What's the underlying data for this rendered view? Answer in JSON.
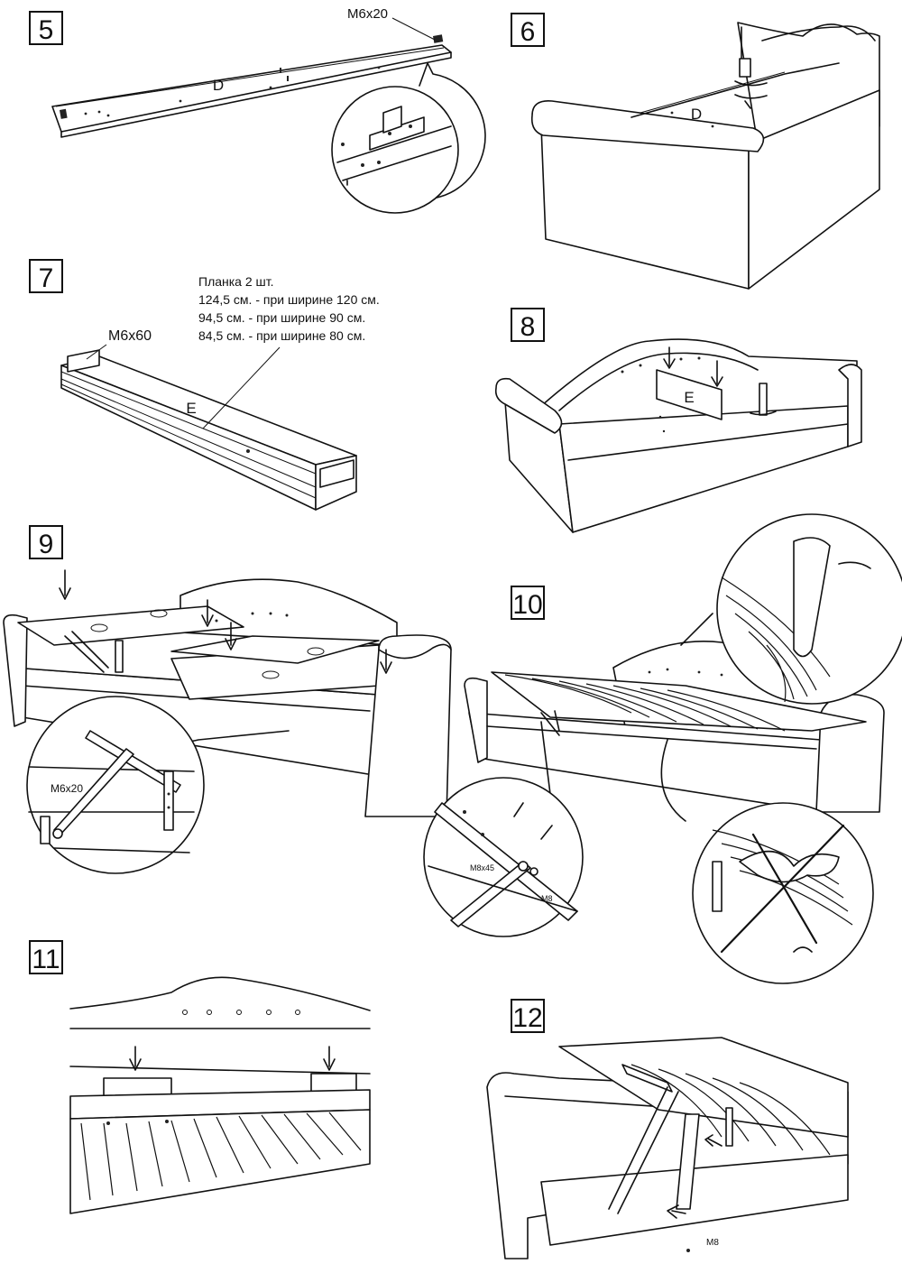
{
  "steps": [
    "5",
    "6",
    "7",
    "8",
    "9",
    "10",
    "11",
    "12"
  ],
  "labels": {
    "s5_bolt": "M6x20",
    "s5_part": "D",
    "s6_part": "D",
    "s7_bolt": "M6x60",
    "s7_part": "E",
    "s7_note1": "Планка 2 шт.",
    "s7_note2": "124,5 см. - при ширине 120 см.",
    "s7_note3": "94,5 см. - при ширине 90 см.",
    "s7_note4": "84,5 см. - при ширине 80 см.",
    "s8_part": "E",
    "s9_bolt": "M6x20",
    "s10_bolt": "M8x45",
    "s10_nut": "M8",
    "s12_nut": "M8"
  }
}
